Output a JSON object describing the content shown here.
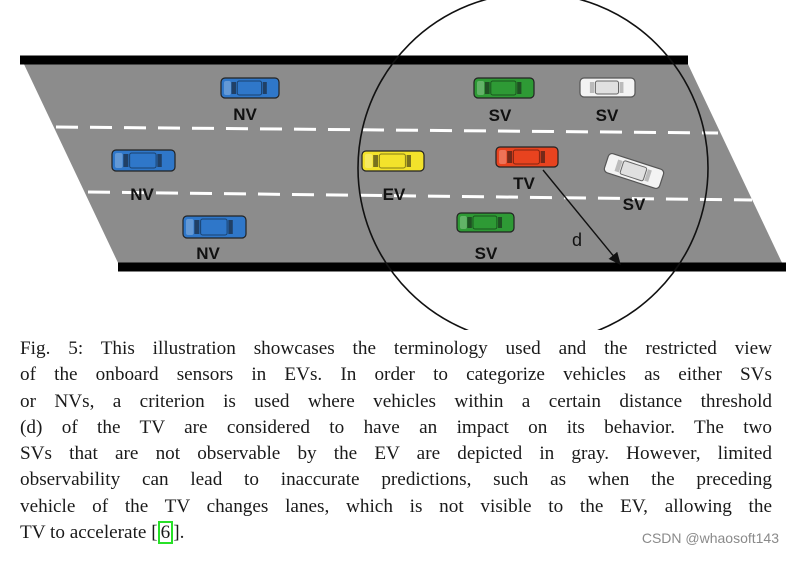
{
  "figure": {
    "vehicles": [
      {
        "id": "nv-top",
        "role": "NV",
        "color": "#2f77c9"
      },
      {
        "id": "nv-mid",
        "role": "NV",
        "color": "#2f77c9"
      },
      {
        "id": "nv-bot",
        "role": "NV",
        "color": "#2f77c9"
      },
      {
        "id": "ev",
        "role": "EV",
        "color": "#f3e22b"
      },
      {
        "id": "tv",
        "role": "TV",
        "color": "#e8431f"
      },
      {
        "id": "sv-top",
        "role": "SV",
        "color": "#2e9a35"
      },
      {
        "id": "sv-bot",
        "role": "SV",
        "color": "#2e9a35"
      },
      {
        "id": "sv-gray-top",
        "role": "SV",
        "color": "#9a9a9a"
      },
      {
        "id": "sv-gray-right",
        "role": "SV",
        "color": "#9a9a9a"
      }
    ],
    "distance_label": "d",
    "colors": {
      "road": "#8c8c8c",
      "road_edge": "#000000",
      "lane_marking": "#ffffff",
      "sensor_range": "#111111"
    }
  },
  "caption": {
    "lines": [
      "Fig. 5: This illustration showcases the terminology used and the restricted view",
      "of the onboard sensors in EVs. In order to categorize vehicles as either SVs",
      "or NVs, a criterion is used where vehicles within a certain distance threshold",
      "(d) of the TV are considered to have an impact on its behavior. The two",
      "SVs that are not observable by the EV are depicted in gray. However, limited",
      "observability can lead to inaccurate predictions, such as when the preceding",
      "vehicle of the TV changes lanes, which is not visible to the EV, allowing the"
    ],
    "last_prefix": "TV to accelerate [",
    "reference": "6",
    "last_suffix": "].",
    "reference_box_color": "#27e127"
  },
  "watermark": "CSDN @whaosoft143"
}
